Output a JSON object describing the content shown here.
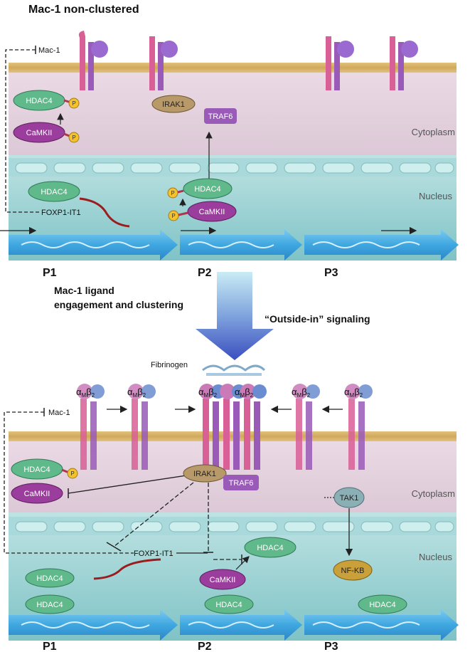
{
  "top": {
    "title": "Mac-1 non-clustered",
    "mac1": "Mac-1",
    "foxp1": "FOXP1-IT1",
    "hdac4": "HDAC4",
    "camkii": "CaMKII",
    "irak1": "IRAK1",
    "traf6": "TRAF6",
    "p": "P",
    "cytoplasm": "Cytoplasm",
    "nucleus": "Nucleus",
    "promoters": [
      "P1",
      "P2",
      "P3"
    ]
  },
  "middle": {
    "caption_line1": "Mac-1 ligand",
    "caption_line2": "engagement and clustering",
    "signaling": "“Outside-in” signaling"
  },
  "bottom": {
    "fibrinogen": "Fibrinogen",
    "alpha": "α",
    "alpha_sub": "M",
    "beta": "β",
    "beta_sub": "2",
    "mac1": "Mac-1",
    "foxp1": "FOXP1-IT1",
    "hdac4": "HDAC4",
    "camkii": "CaMKII",
    "irak1": "IRAK1",
    "traf6": "TRAF6",
    "tak1": "TAK1",
    "nfkb": "NF-KB",
    "p": "P",
    "cytoplasm": "Cytoplasm",
    "nucleus": "Nucleus",
    "promoters": [
      "P1",
      "P2",
      "P3"
    ]
  },
  "colors": {
    "hdac4": "#5fb98a",
    "camkii": "#9b3d9c",
    "irak1": "#b89a6a",
    "traf6": "#9a5ab8",
    "tak1": "#8ab0b5",
    "nfkb": "#c9a03a",
    "phospho": "#f2c230",
    "lncrna": "#9b1c1c",
    "dna_arrow": "#3fa7e0"
  }
}
